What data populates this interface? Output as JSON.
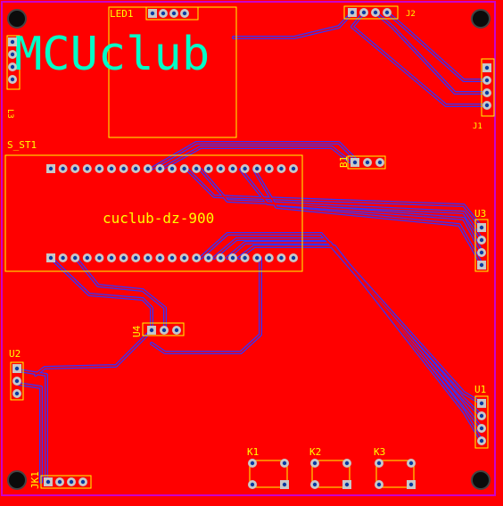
{
  "board": {
    "fill": "#ff0000",
    "outline": "#cc00cc",
    "silk": "#ffff00",
    "track": "#3333ff",
    "logo_color": "#00ffc8",
    "pad_color": "#c8c8c8",
    "pin_color": "#0a3aa0"
  },
  "logo_text": "MCUclub",
  "board_label": "cuclub-dz-900",
  "components": {
    "led1": "LED1",
    "s_st1": "S_ST1",
    "b1": "B1",
    "u1": "U1",
    "u2": "U2",
    "u3": "U3",
    "u4": "U4",
    "k1": "K1",
    "k2": "K2",
    "k3": "K3",
    "jk1": "JK1",
    "l3": "L3",
    "j1": "J1",
    "j2": "J2"
  },
  "header_pins": {
    "top_row_count": 21,
    "bottom_row_count": 21
  }
}
